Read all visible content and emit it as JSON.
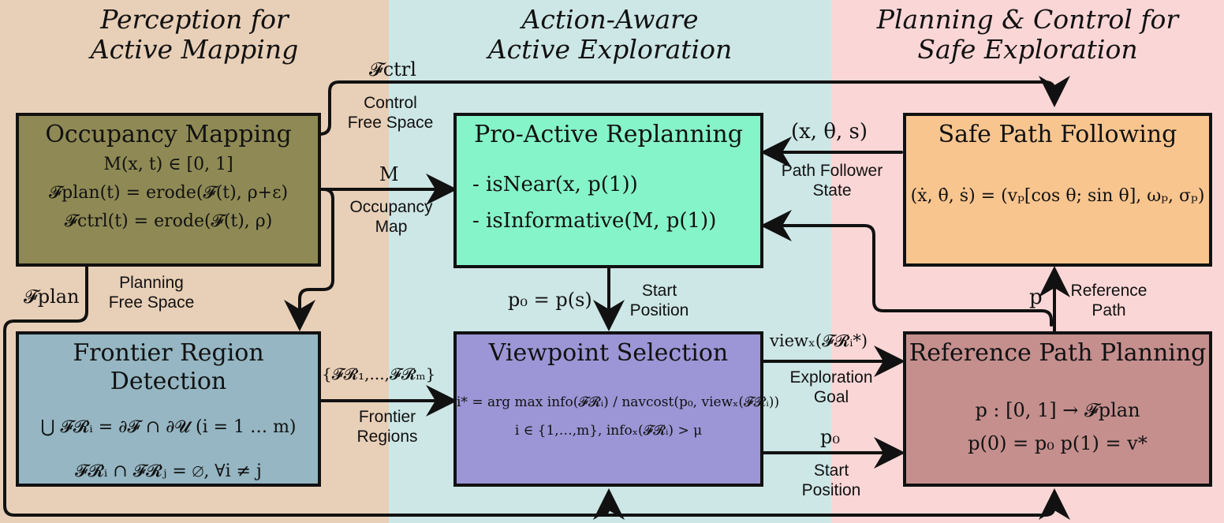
{
  "columns": {
    "perception": {
      "line1": "Perception for",
      "line2": "Active Mapping"
    },
    "exploration": {
      "line1": "Action-Aware",
      "line2": "Active Exploration"
    },
    "planning": {
      "line1": "Planning & Control for",
      "line2": "Safe Exploration"
    }
  },
  "boxes": {
    "occupancy": {
      "title": "Occupancy Mapping",
      "eqs": [
        "M(x, t) ∈ [0, 1]",
        "𝓕plan(t) = erode(𝓕(t), ρ+ε)",
        "𝓕ctrl(t) = erode(𝓕(t), ρ)"
      ]
    },
    "frontier": {
      "title": "Frontier Region Detection",
      "eqs": [
        "⋃ 𝓕𝓡ᵢ = ∂𝓕 ∩ ∂𝓤  (i = 1 … m)",
        "𝓕𝓡ᵢ ∩ 𝓕𝓡ⱼ = ∅, ∀i ≠ j"
      ]
    },
    "replanning": {
      "title": "Pro-Active Replanning",
      "items": [
        "-   isNear(x, p(1))",
        "-   isInformative(M, p(1))"
      ]
    },
    "viewpoint": {
      "title": "Viewpoint Selection",
      "eqs": [
        "i* = arg max  info(𝓕𝓡ᵢ) / navcost(p₀, viewₓ(𝓕𝓡ᵢ))",
        "i ∈ {1,…,m},  infoₓ(𝓕𝓡ᵢ) > μ"
      ]
    },
    "safe_path": {
      "title": "Safe Path Following",
      "eqs": [
        "(ẋ, θ̇, ṡ) = (vₚ[cos θ; sin θ], ωₚ, σₚ)"
      ]
    },
    "ref_path": {
      "title": "Reference Path Planning",
      "eqs": [
        "p : [0, 1] → 𝓕plan",
        "p(0) = p₀    p(1) = v*"
      ]
    }
  },
  "labels": {
    "f_ctrl": "𝓕ctrl",
    "control_free_space": [
      "Control",
      "Free Space"
    ],
    "m_symbol": "M",
    "occupancy_map": [
      "Occupancy",
      "Map"
    ],
    "f_plan": "𝓕plan",
    "planning_free_space": [
      "Planning",
      "Free Space"
    ],
    "frontier_set": "{𝓕𝓡₁,...,𝓕𝓡ₘ}",
    "frontier_regions": [
      "Frontier",
      "Regions"
    ],
    "p0_eq": "p₀ = p(s)",
    "start_position_mid": [
      "Start",
      "Position"
    ],
    "state_tuple": "(x, θ, s)",
    "path_follower_state": [
      "Path Follower",
      "State"
    ],
    "view_x": "viewₓ(𝓕𝓡ᵢ*)",
    "exploration_goal": [
      "Exploration",
      "Goal"
    ],
    "p0": "p₀",
    "start_position_bottom": [
      "Start",
      "Position"
    ],
    "p": "p",
    "reference_path": [
      "Reference",
      "Path"
    ]
  }
}
